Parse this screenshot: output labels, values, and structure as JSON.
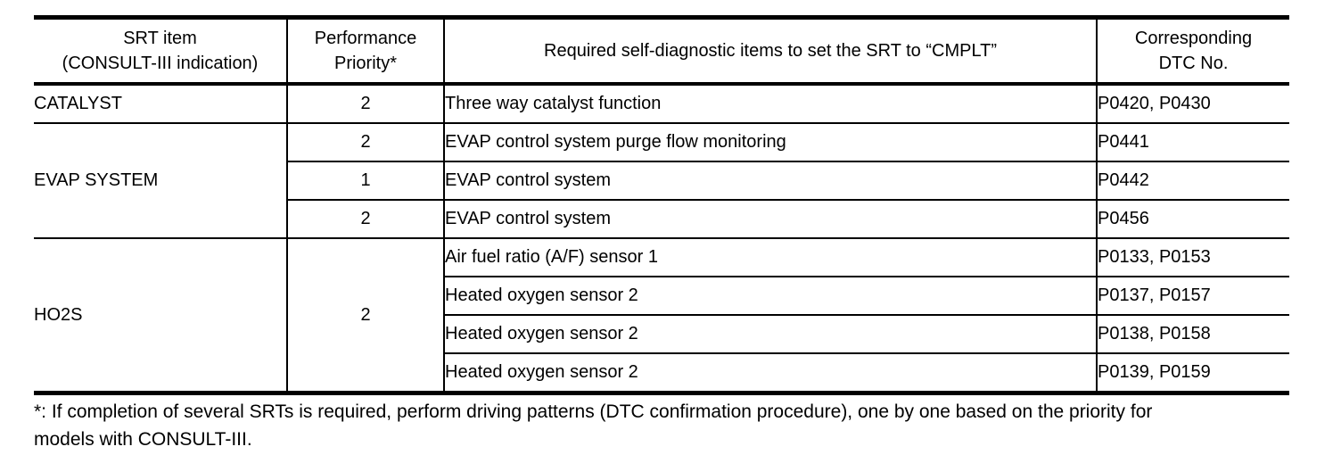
{
  "page": {
    "background_color": "#ffffff",
    "text_color": "#000000",
    "border_color": "#000000"
  },
  "table": {
    "headers": [
      {
        "lines": [
          "SRT item",
          "(CONSULT-III indication)"
        ]
      },
      {
        "lines": [
          "Performance",
          "Priority*"
        ]
      },
      {
        "lines": [
          "Required self-diagnostic items to set the SRT to “CMPLT”"
        ]
      },
      {
        "lines": [
          "Corresponding",
          "DTC No."
        ]
      }
    ],
    "rows": [
      {
        "srt_item": "CATALYST",
        "priority": "2",
        "diagnostic": "Three way catalyst function",
        "dtc": "P0420, P0430"
      },
      {
        "srt_item": "EVAP SYSTEM",
        "priority": "2",
        "diagnostic": "EVAP control system purge flow monitoring",
        "dtc": "P0441"
      },
      {
        "priority": "1",
        "diagnostic": "EVAP control system",
        "dtc": "P0442"
      },
      {
        "priority": "2",
        "diagnostic": "EVAP control system",
        "dtc": "P0456"
      },
      {
        "srt_item": "HO2S",
        "priority": "2",
        "diagnostic": "Air fuel ratio (A/F) sensor 1",
        "dtc": "P0133, P0153"
      },
      {
        "diagnostic": "Heated oxygen sensor 2",
        "dtc": "P0137, P0157"
      },
      {
        "diagnostic": "Heated oxygen sensor 2",
        "dtc": "P0138, P0158"
      },
      {
        "diagnostic": "Heated oxygen sensor 2",
        "dtc": "P0139, P0159"
      }
    ]
  },
  "footnote": {
    "lines": [
      "*: If completion of several SRTs is required, perform driving patterns (DTC confirmation procedure), one by one based on the priority for",
      "models with CONSULT-III."
    ]
  }
}
